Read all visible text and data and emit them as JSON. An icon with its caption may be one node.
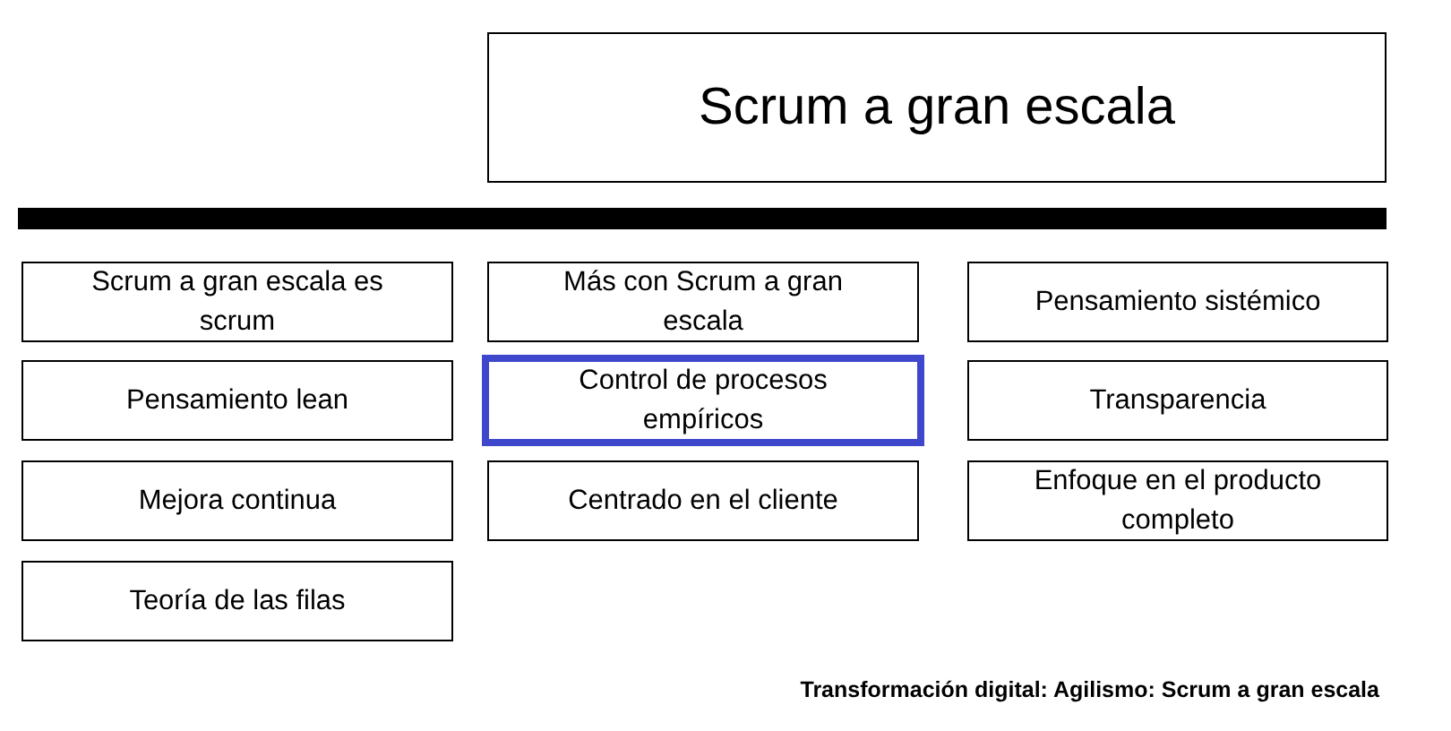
{
  "diagram": {
    "title": "Scrum a gran escala",
    "caption": "Transformación digital: Agilismo: Scrum a gran escala",
    "nodes": [
      {
        "text": [
          "Scrum a gran escala es scrum"
        ]
      },
      {
        "text": [
          "Más con Scrum a gran escala"
        ]
      },
      {
        "text": [
          "Pensamiento sistémico"
        ]
      },
      {
        "text": [
          "Pensamiento lean"
        ]
      },
      {
        "text": [
          "Control de procesos empíricos"
        ]
      },
      {
        "text": [
          "Transparencia"
        ]
      },
      {
        "text": [
          "Mejora continua"
        ]
      },
      {
        "text": [
          "Centrado en el cliente"
        ]
      },
      {
        "text": [
          "Enfoque en el producto completo"
        ]
      },
      {
        "text": [
          "Teoría de las filas"
        ]
      }
    ]
  }
}
